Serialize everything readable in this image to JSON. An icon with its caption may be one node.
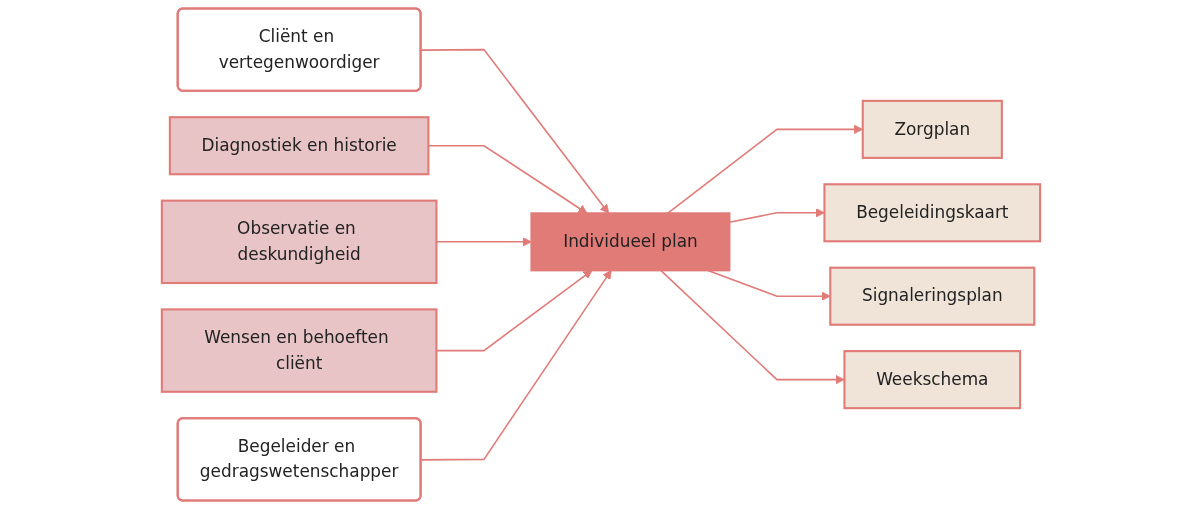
{
  "diagram": {
    "nodes": [
      {
        "text": [
          "Cliënt en vertegenwoordiger"
        ]
      },
      {
        "text": [
          "Diagnostiek en historie"
        ]
      },
      {
        "text": [
          "Observatie en deskundigheid"
        ]
      },
      {
        "text": [
          "Wensen en behoeften cliënt"
        ]
      },
      {
        "text": [
          "Individueel plan"
        ]
      },
      {
        "text": [
          "Zorgplan"
        ]
      },
      {
        "text": [
          "Begeleidingskaart"
        ]
      },
      {
        "text": [
          "Signaleringsplan"
        ]
      },
      {
        "text": [
          "Weekschema"
        ]
      },
      {
        "text": [
          "Begeleider en gedragswetenschapper"
        ]
      }
    ],
    "edges": [
      {
        "from": 0,
        "to": 4,
        "arrow": "to",
        "color": "#e07b78"
      },
      {
        "from": 1,
        "to": 4,
        "arrow": "to",
        "color": "#e07b78"
      },
      {
        "from": 2,
        "to": 4,
        "arrow": "to",
        "color": "#e07b78"
      },
      {
        "from": 3,
        "to": 4,
        "arrow": "to",
        "color": "#e07b78"
      },
      {
        "from": 9,
        "to": 4,
        "arrow": "to",
        "color": "#e07b78"
      },
      {
        "from": 4,
        "to": 5,
        "arrow": "to",
        "color": "#e07b78"
      },
      {
        "from": 4,
        "to": 6,
        "arrow": "to",
        "color": "#e07b78"
      },
      {
        "from": 4,
        "to": 7,
        "arrow": "to",
        "color": "#e07b78"
      },
      {
        "from": 4,
        "to": 8,
        "arrow": "to",
        "color": "#e07b78"
      }
    ]
  }
}
